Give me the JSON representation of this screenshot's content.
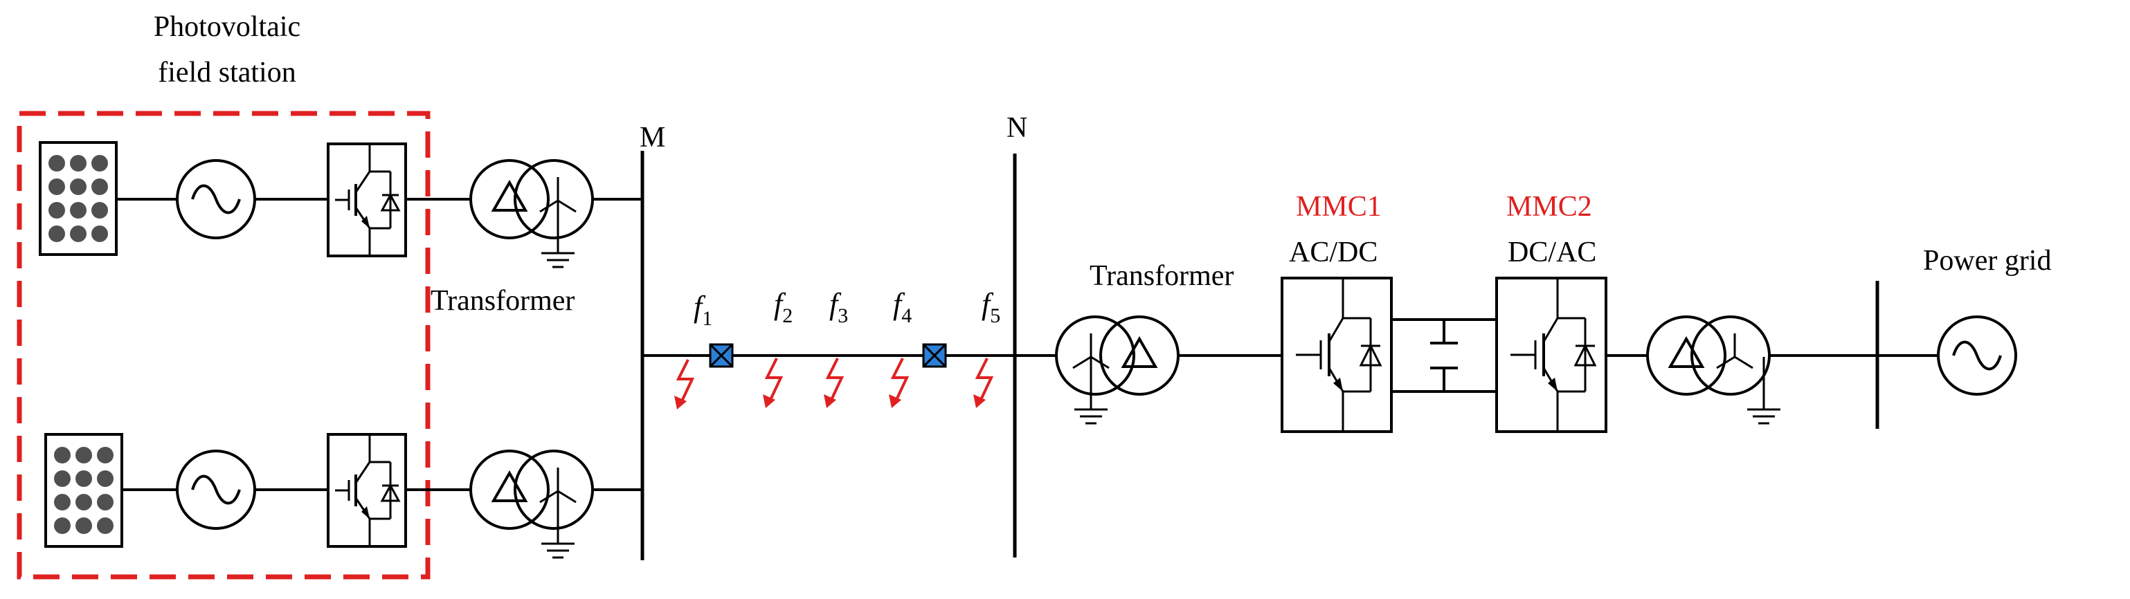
{
  "labels": {
    "pv_station": [
      "Photovoltaic",
      "field station"
    ],
    "bus_m": "M",
    "bus_n": "N",
    "transformer_left": "Transformer",
    "transformer_right": "Transformer",
    "mmc1_name": "MMC1",
    "mmc1_type": "AC/DC",
    "mmc2_name": "MMC2",
    "mmc2_type": "DC/AC",
    "power_grid": "Power grid"
  },
  "faults": [
    {
      "f": "f",
      "sub": "1"
    },
    {
      "f": "f",
      "sub": "2"
    },
    {
      "f": "f",
      "sub": "3"
    },
    {
      "f": "f",
      "sub": "4"
    },
    {
      "f": "f",
      "sub": "5"
    }
  ],
  "colors": {
    "accent_red": "#e02020",
    "breaker_blue": "#2b7fd6",
    "line": "#000000"
  }
}
